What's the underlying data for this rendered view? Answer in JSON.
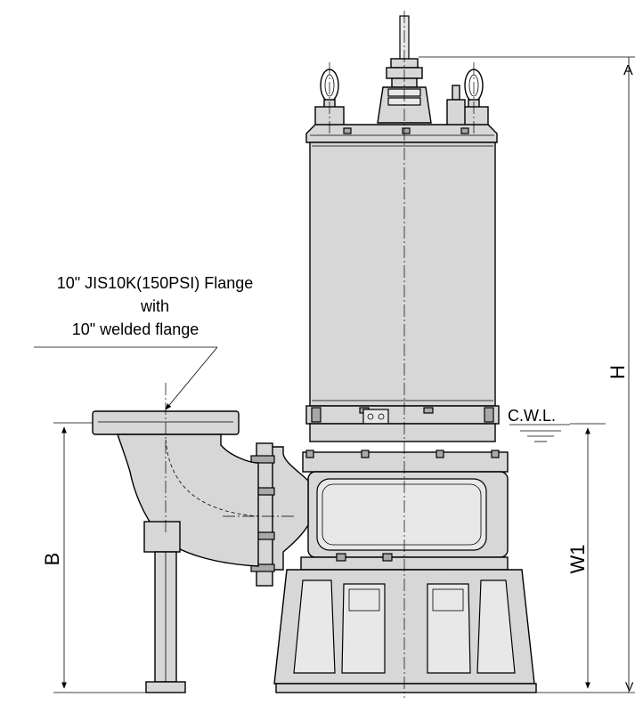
{
  "callout": {
    "line1": "10\" JIS10K(150PSI) Flange",
    "line2": "with",
    "line3": "10\" welded flange"
  },
  "dimensions": {
    "B": "B",
    "H": "H",
    "W1": "W1",
    "CWL": "C.W.L.",
    "edge_top": "A",
    "edge_bottom": "V"
  },
  "colors": {
    "ink": "#000000",
    "paper": "#ffffff",
    "body_fill": "#d7d7d7",
    "light_fill": "#e8e8e8",
    "dark_fill": "#a8a8a8"
  }
}
